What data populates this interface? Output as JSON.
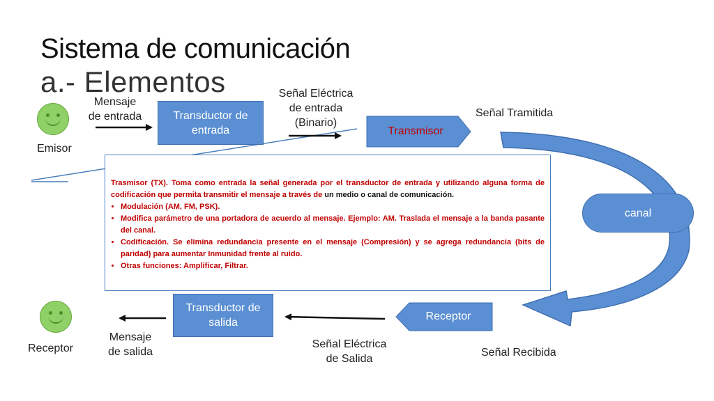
{
  "title": "Sistema de comunicación",
  "subtitle": "a.- Elementos",
  "labels": {
    "emisor": "Emisor",
    "receptor": "Receptor",
    "mensaje_entrada_1": "Mensaje",
    "mensaje_entrada_2": "de entrada",
    "senal_entrada_1": "Señal Eléctrica",
    "senal_entrada_2": "de entrada",
    "senal_entrada_3": "(Binario)",
    "senal_tramitida": "Señal Tramitida",
    "mensaje_salida_1": "Mensaje",
    "mensaje_salida_2": "de salida",
    "senal_salida_1": "Señal Eléctrica",
    "senal_salida_2": "de Salida",
    "senal_recibida": "Señal Recibida"
  },
  "boxes": {
    "transductor_entrada_1": "Transductor de",
    "transductor_entrada_2": "entrada",
    "transmisor": "Transmisor",
    "canal": "canal",
    "transductor_salida_1": "Transductor de",
    "transductor_salida_2": "salida",
    "receptor": "Receptor"
  },
  "colors": {
    "box_fill": "#5b8fd3",
    "face_fill": "#8fd067",
    "text_red": "#c00000",
    "transmisor_text": "#c00000"
  },
  "info": {
    "intro_red": "Trasmisor (TX). Toma como entrada la señal generada por el transductor de entrada y utilizando alguna forma de codificación que permita  transmitir el mensaje a través de ",
    "intro_black": "un medio o canal de comunicación.",
    "bullets": [
      "Modulación (AM, FM, PSK).",
      "Modifica parámetro de una portadora de acuerdo al mensaje. Ejemplo: AM. Traslada el mensaje a la banda pasante del canal.",
      "Codificación. Se elimina redundancia presente en el mensaje (Compresión) y se agrega redundancia (bits de paridad) para aumentar Inmunidad frente al ruido.",
      "Otras funciones: Amplificar, Filtrar."
    ]
  }
}
